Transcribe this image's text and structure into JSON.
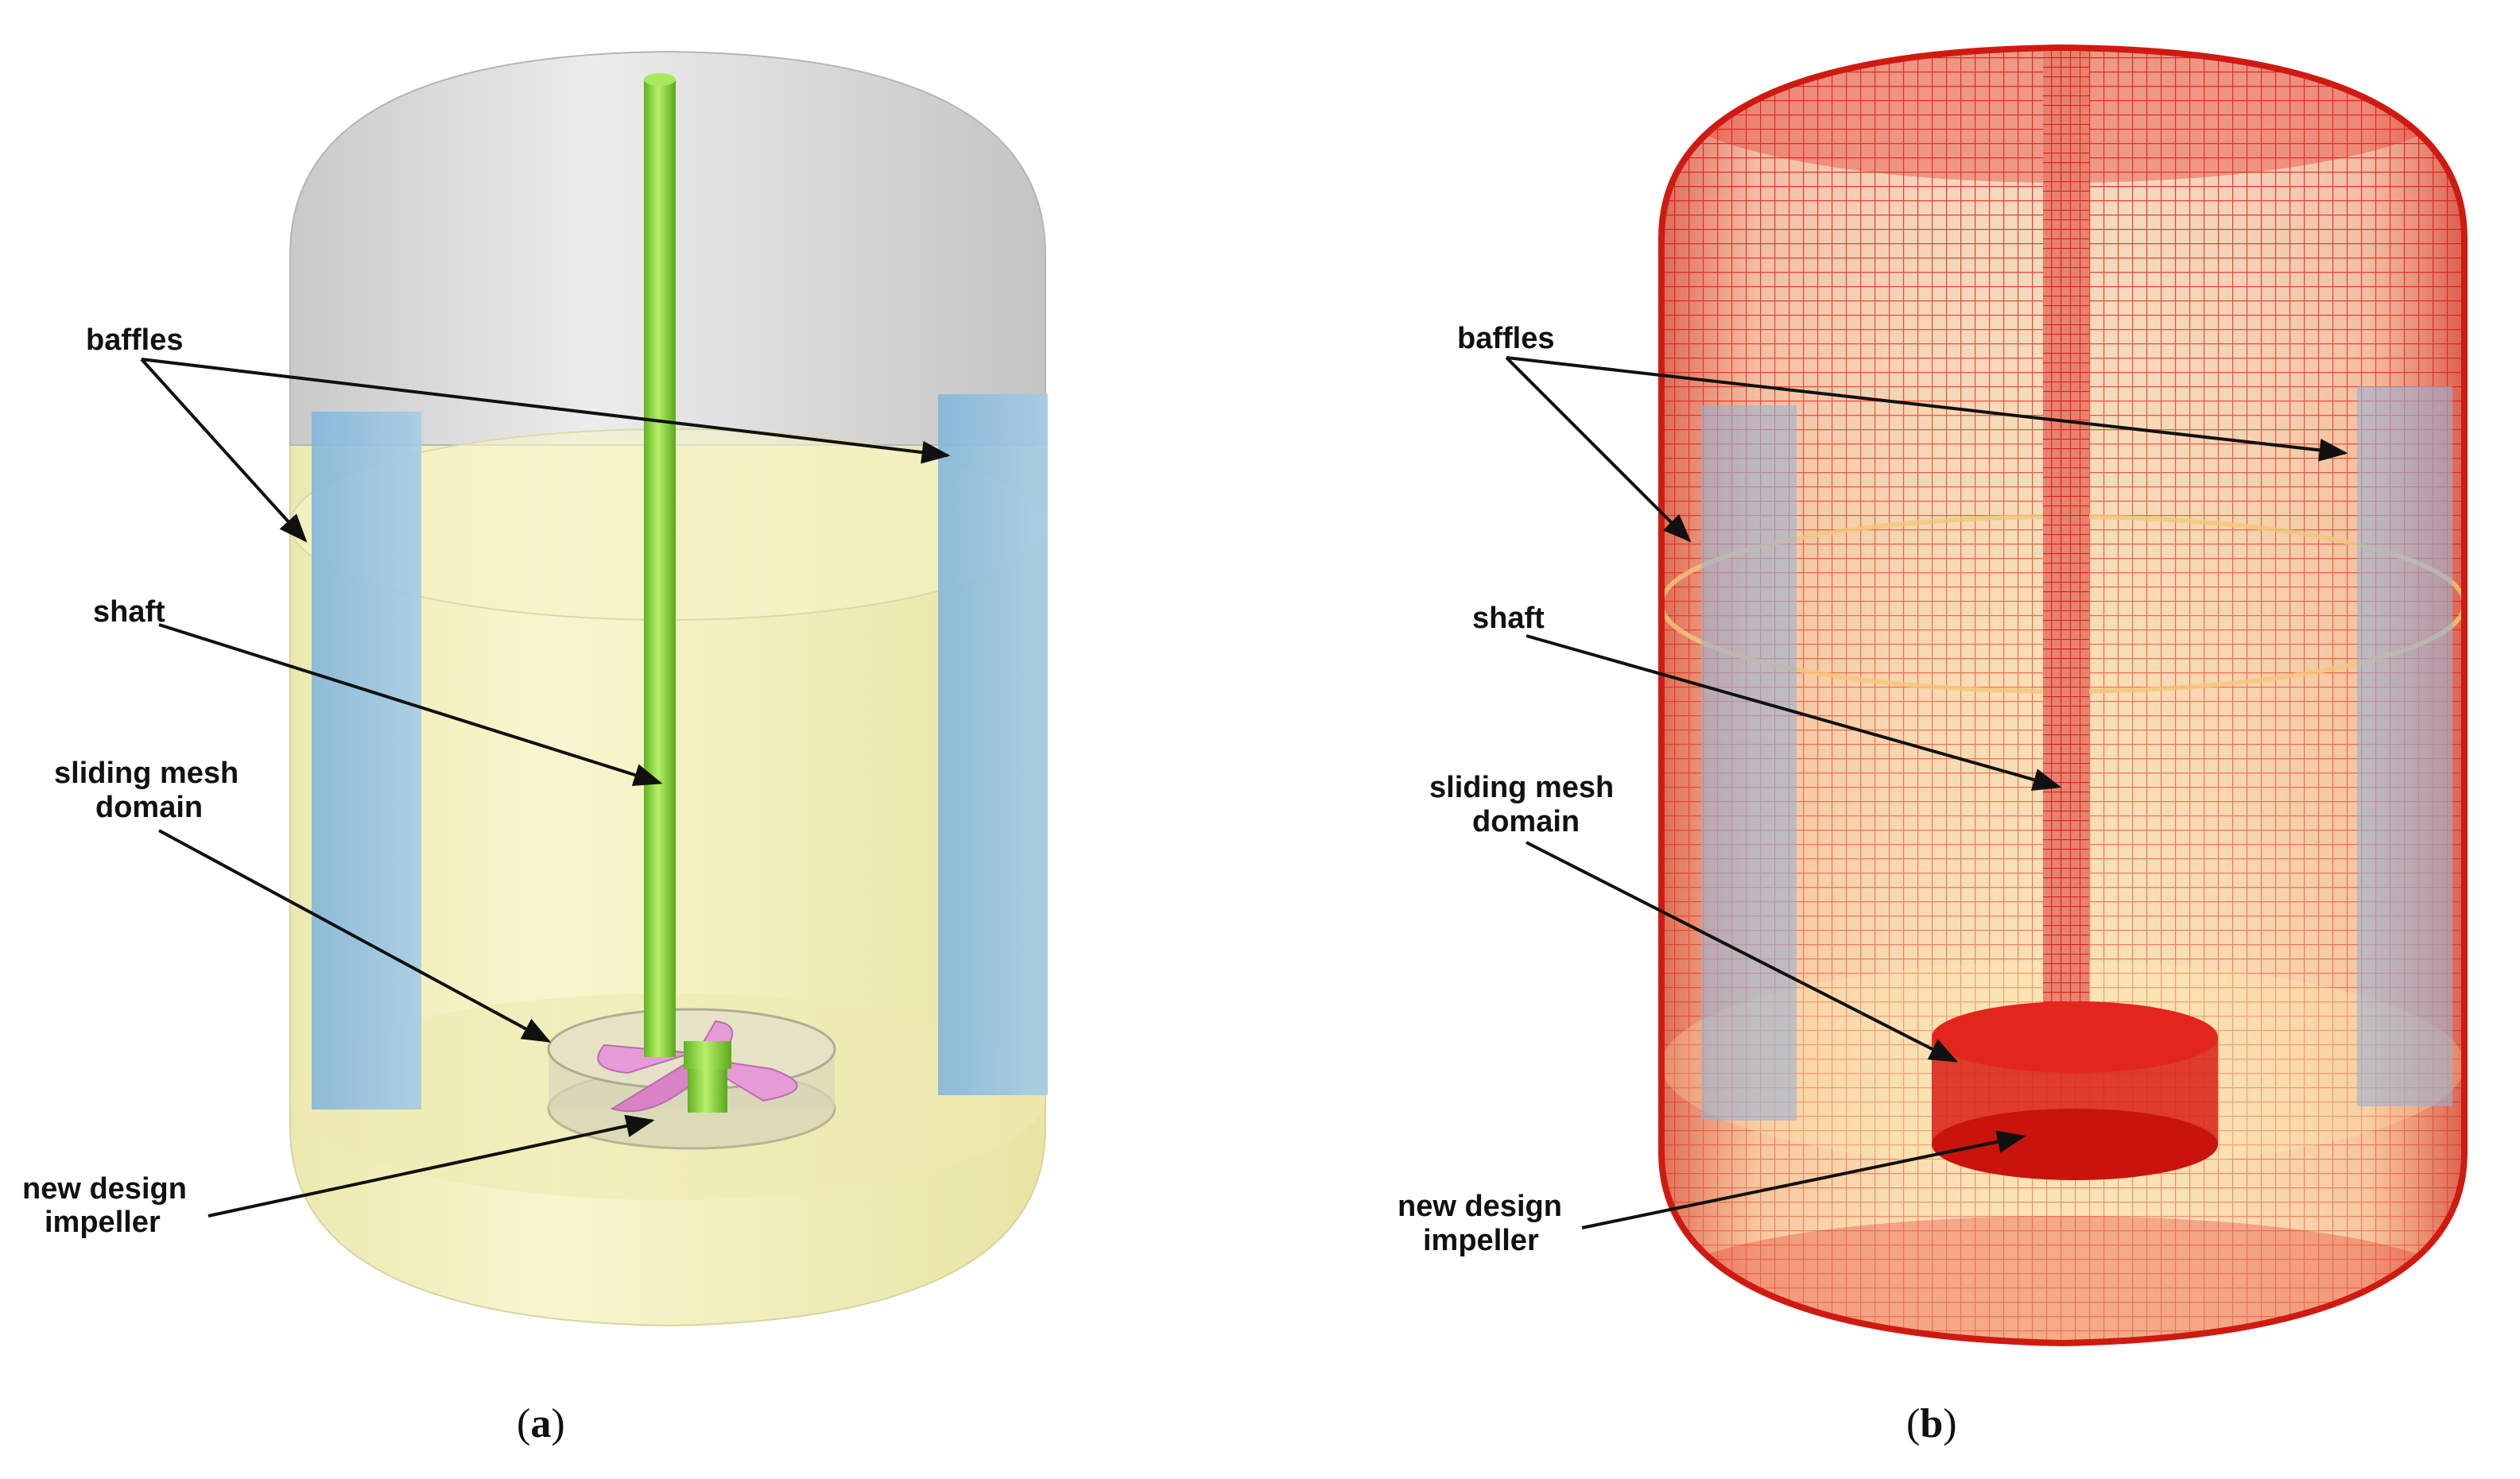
{
  "panels": [
    {
      "id": "a",
      "caption_letter": "a",
      "caption_open": "(",
      "caption_close": ")",
      "style": "solid",
      "labels": {
        "baffles": "baffles",
        "shaft": "shaft",
        "sliding_mesh_line1": "sliding mesh",
        "sliding_mesh_line2": "domain",
        "impeller_line1": "new design",
        "impeller_line2": "impeller"
      }
    },
    {
      "id": "b",
      "caption_letter": "b",
      "caption_open": "(",
      "caption_close": ")",
      "style": "mesh",
      "labels": {
        "baffles": "baffles",
        "shaft": "shaft",
        "sliding_mesh_line1": "sliding mesh",
        "sliding_mesh_line2": "domain",
        "impeller_line1": "new design",
        "impeller_line2": "impeller"
      }
    }
  ],
  "colors": {
    "vessel_top": "#cfcfcf",
    "liquid": "#f3f0b8",
    "baffle": "#8fbde0",
    "shaft": "#86d93a",
    "impeller": "#e79ad8",
    "mesh": "#e3261d"
  }
}
